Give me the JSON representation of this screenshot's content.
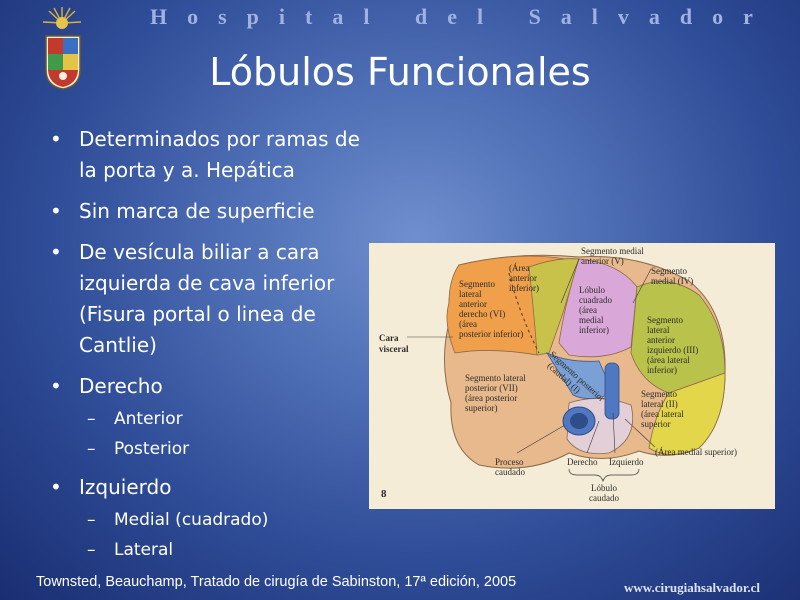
{
  "header": {
    "hospital_name": "Hospital del Salvador"
  },
  "slide": {
    "title": "Lóbulos Funcionales",
    "bullet_glyph": "•",
    "dash_glyph": "–",
    "bullets": [
      {
        "text": "Determinados por ramas de la porta y a. Hepática"
      },
      {
        "text": "Sin marca de superficie"
      },
      {
        "text": "De vesícula biliar a cara izquierda de cava inferior (Fisura portal o linea de Cantlie)"
      },
      {
        "text": "Derecho",
        "sub": [
          "Anterior",
          "Posterior"
        ]
      },
      {
        "text": "Izquierdo",
        "sub": [
          "Medial (cuadrado)",
          "Lateral"
        ]
      }
    ]
  },
  "figure": {
    "page_number": "8",
    "labels": {
      "cara": "Cara",
      "visceral": "visceral",
      "seg_medial_anterior": "Segmento medial",
      "seg_medial_anterior_2": "anterior (V)",
      "seg_medial_iv": "Segmento",
      "seg_medial_iv_2": "medial (IV)",
      "area_anterior_1": "(Área",
      "area_anterior_2": "anterior",
      "area_anterior_3": "inferior)",
      "seg_lat_ant_der_1": "Segmento",
      "seg_lat_ant_der_2": "lateral",
      "seg_lat_ant_der_3": "anterior",
      "seg_lat_ant_der_4": "derecho (VI)",
      "seg_lat_ant_der_5": "(área",
      "seg_lat_ant_der_6": "posterior inferior)",
      "lobulo_cuadrado_1": "Lóbulo",
      "lobulo_cuadrado_2": "cuadrado",
      "lobulo_cuadrado_3": "(área",
      "lobulo_cuadrado_4": "medial",
      "lobulo_cuadrado_5": "inferior)",
      "seg_lat_ant_izq_1": "Segmento",
      "seg_lat_ant_izq_2": "lateral",
      "seg_lat_ant_izq_3": "anterior",
      "seg_lat_ant_izq_4": "izquierdo (III)",
      "seg_lat_ant_izq_5": "(área lateral",
      "seg_lat_ant_izq_6": "inferior)",
      "seg_lat_post_1": "Segmento lateral",
      "seg_lat_post_2": "posterior (VII)",
      "seg_lat_post_3": "(área posterior",
      "seg_lat_post_4": "superior)",
      "seg_posterior_1": "Segmento posterior",
      "seg_posterior_2": "(caudal) (I)",
      "seg_lat_ii_1": "Segmento",
      "seg_lat_ii_2": "lateral (II)",
      "seg_lat_ii_3": "(área lateral",
      "seg_lat_ii_4": "superior",
      "area_medial_superior": "(Área medial superior)",
      "proceso_1": "Proceso",
      "proceso_2": "caudado",
      "derecho": "Derecho",
      "izquierdo": "Izquierdo",
      "lobulo_caudado_1": "Lóbulo",
      "lobulo_caudado_2": "caudado"
    }
  },
  "footer": {
    "citation": "Townsted, Beauchamp, Tratado de cirugía de Sabinston, 17ª edición, 2005",
    "website": "www.cirugiahsalvador.cl"
  },
  "colors": {
    "background": "#2f4d98",
    "header_text": "#9fb2e2",
    "right_anterior": "#f0a04a",
    "right_posterior": "#e8b98c",
    "quadrate": "#d9a8d8",
    "left_lateral": "#b9c24a",
    "left_superior": "#e3d64a",
    "caudate": "#e2cfd8"
  }
}
